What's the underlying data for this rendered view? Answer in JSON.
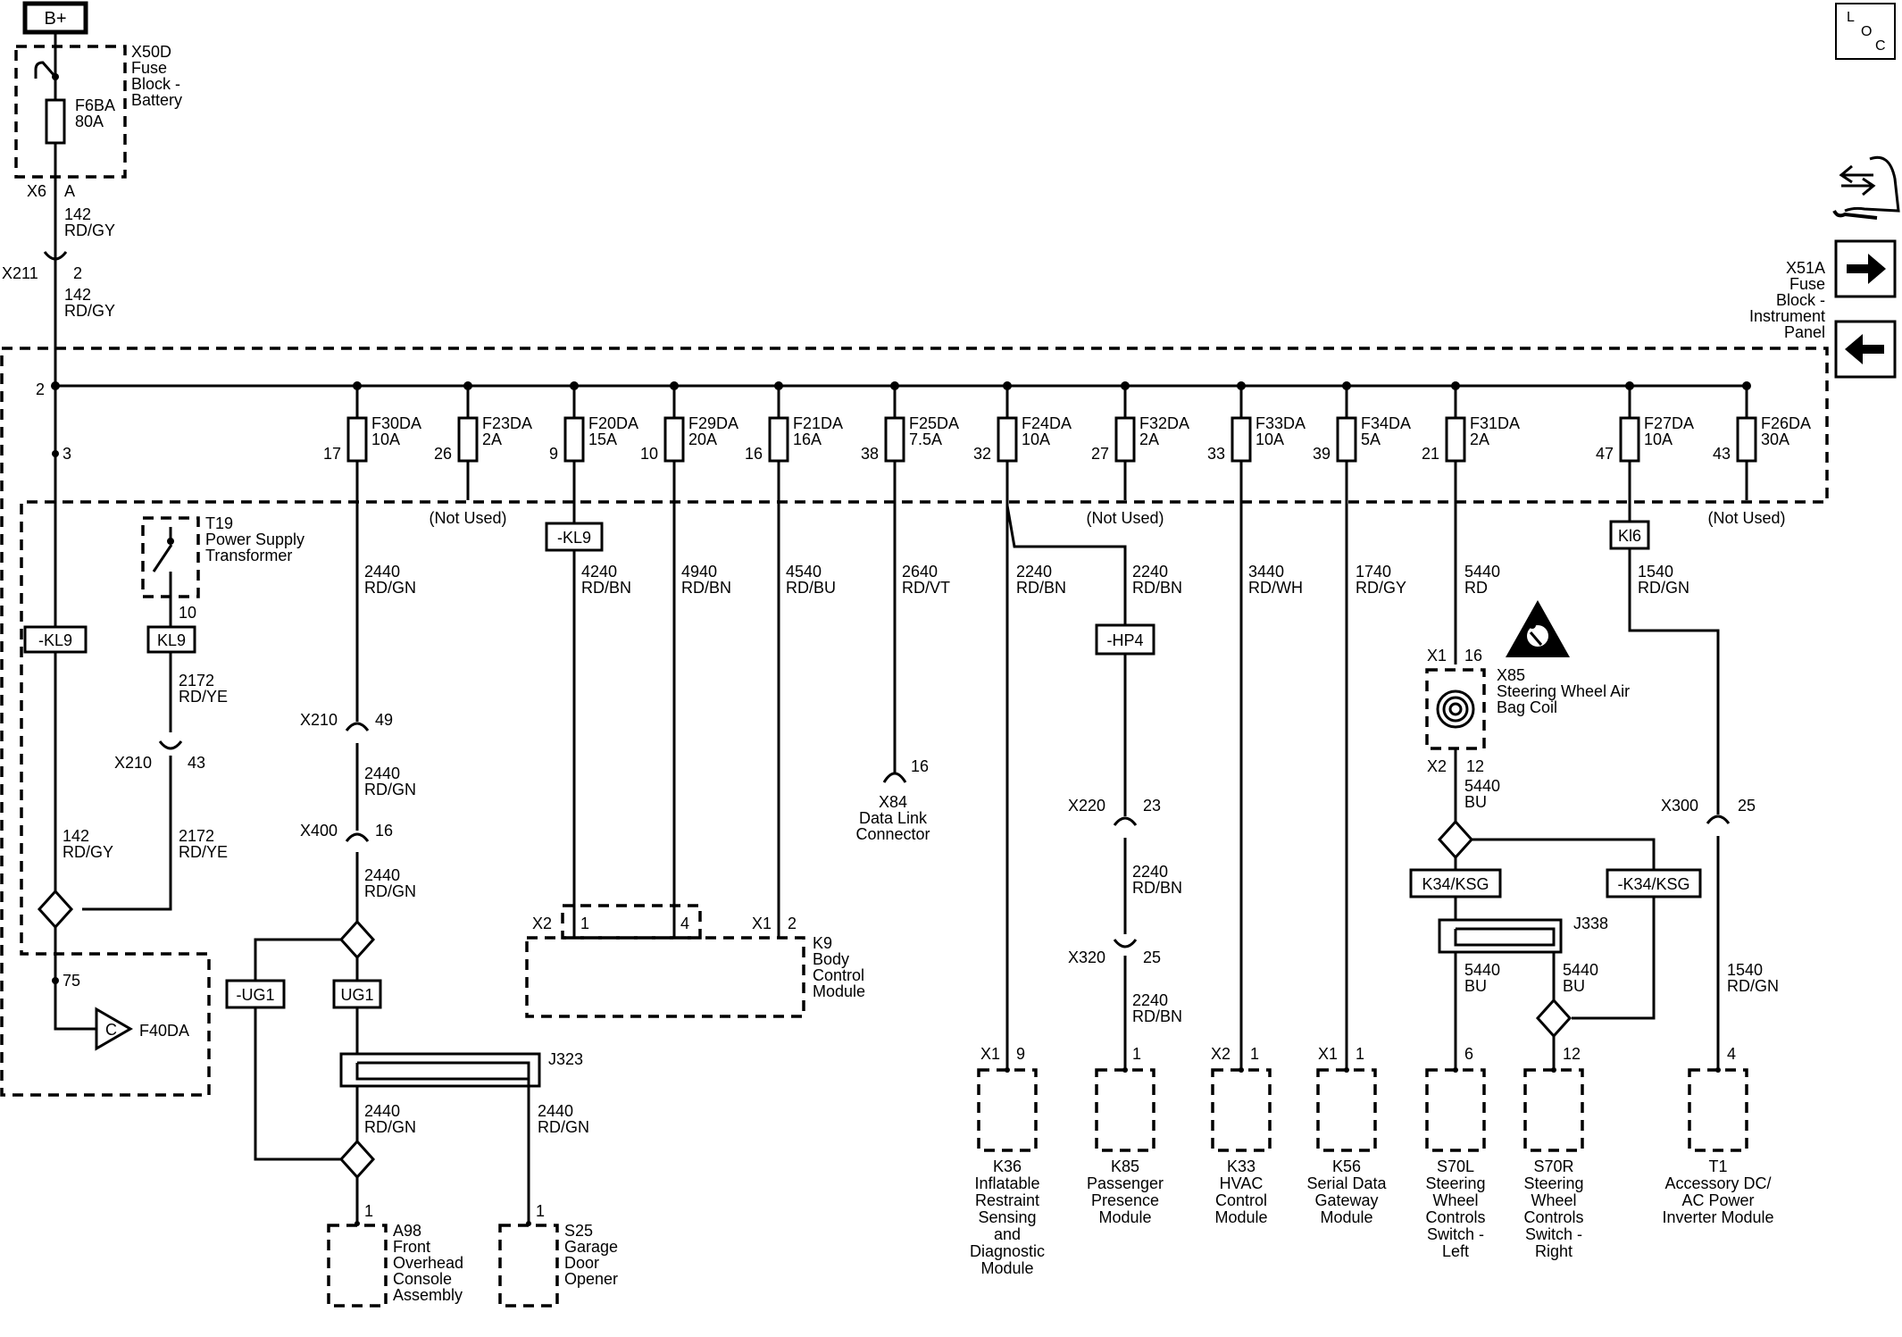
{
  "power": {
    "label": "B+"
  },
  "loc_icon": {
    "l": "L",
    "o": "O",
    "c": "C"
  },
  "nav": {
    "block_lines": [
      "X51A",
      "Fuse",
      "Block -",
      "Instrument",
      "Panel"
    ]
  },
  "battery_fuse_block": {
    "name_lines": [
      "X50D",
      "Fuse",
      "Block -",
      "Battery"
    ],
    "fuse": "F6BA",
    "rating": "80A",
    "connector": "X6",
    "pin": "A"
  },
  "feed": {
    "wire1": "142",
    "color1": "RD/GY",
    "connector": "X211",
    "pin": "2",
    "wire2": "142",
    "color2": "RD/GY",
    "bus_pin": "2"
  },
  "fuses": [
    {
      "name": "F30DA",
      "rating": "10A",
      "pin": "17"
    },
    {
      "name": "F23DA",
      "rating": "2A",
      "pin": "26"
    },
    {
      "name": "F20DA",
      "rating": "15A",
      "pin": "9"
    },
    {
      "name": "F29DA",
      "rating": "20A",
      "pin": "10"
    },
    {
      "name": "F21DA",
      "rating": "16A",
      "pin": "16"
    },
    {
      "name": "F25DA",
      "rating": "7.5A",
      "pin": "38"
    },
    {
      "name": "F24DA",
      "rating": "10A",
      "pin": "32"
    },
    {
      "name": "F32DA",
      "rating": "2A",
      "pin": "27"
    },
    {
      "name": "F33DA",
      "rating": "10A",
      "pin": "33"
    },
    {
      "name": "F34DA",
      "rating": "5A",
      "pin": "39"
    },
    {
      "name": "F31DA",
      "rating": "2A",
      "pin": "21"
    },
    {
      "name": "F27DA",
      "rating": "10A",
      "pin": "47"
    },
    {
      "name": "F26DA",
      "rating": "30A",
      "pin": "43"
    }
  ],
  "not_used": "(Not Used)",
  "left": {
    "pin3": "3",
    "kl9_neg": "-KL9",
    "t19_lines": [
      "T19",
      "Power Supply",
      "Transformer"
    ],
    "t19_pin": "10",
    "kl9": "KL9",
    "w2172": "2172",
    "c2172": "RD/YE",
    "x210": "X210",
    "x210_pin": "43",
    "w142": "142",
    "c142": "RD/GY",
    "w2172b": "2172",
    "c2172b": "RD/YE",
    "pin75": "75",
    "f40": "F40DA",
    "c": "C"
  },
  "f30_branch": {
    "wire": "2440",
    "color": "RD/GN",
    "x210": "X210",
    "x210_pin": "49",
    "wire2": "2440",
    "color2": "RD/GN",
    "x400": "X400",
    "x400_pin": "16",
    "wire3": "2440",
    "color3": "RD/GN",
    "ug1_neg": "-UG1",
    "ug1": "UG1",
    "j323": "J323",
    "wire4": "2440",
    "color4": "RD/GN",
    "wire5": "2440",
    "color5": "RD/GN",
    "a98_pin": "1",
    "a98_lines": [
      "A98",
      "Front",
      "Overhead",
      "Console",
      "Assembly"
    ],
    "s25_pin": "1",
    "s25_lines": [
      "S25",
      "Garage",
      "Door",
      "Opener"
    ]
  },
  "bcm": {
    "kl9": "-KL9",
    "w1": "4240",
    "c1": "RD/BN",
    "w2": "4940",
    "c2": "RD/BN",
    "w3": "4540",
    "c3": "RD/BU",
    "x2": "X2",
    "p1": "1",
    "p4": "4",
    "x1": "X1",
    "p2": "2",
    "name_lines": [
      "K9",
      "Body",
      "Control",
      "Module"
    ]
  },
  "dlc": {
    "wire": "2640",
    "color": "RD/VT",
    "pin": "16",
    "name_lines": [
      "X84",
      "Data Link",
      "Connector"
    ]
  },
  "f24_branch": {
    "w1": "2240",
    "c1": "RD/BN",
    "w2": "2240",
    "c2": "RD/BN",
    "hp4": "-HP4",
    "x220": "X220",
    "x220_pin": "23",
    "w3": "2240",
    "c3": "RD/BN",
    "x320": "X320",
    "x320_pin": "25",
    "w4": "2240",
    "c4": "RD/BN",
    "k36_conn": "X1",
    "k36_pin": "9",
    "k85_pin": "1"
  },
  "hvac": {
    "wire": "3440",
    "color": "RD/WH",
    "conn": "X2",
    "pin": "1"
  },
  "sdgm": {
    "wire": "1740",
    "color": "RD/GY",
    "conn": "X1",
    "pin": "1"
  },
  "f31_branch": {
    "wire": "5440",
    "color": "RD",
    "x1": "X1",
    "x1_pin": "16",
    "x85_lines": [
      "X85",
      "Steering Wheel Air",
      "Bag Coil"
    ],
    "x2": "X2",
    "x2_pin": "12",
    "w2": "5440",
    "c2": "BU",
    "ksg": "K34/KSG",
    "ksg_neg": "-K34/KSG",
    "j338": "J338",
    "w3": "5440",
    "c3": "BU",
    "w4": "5440",
    "c4": "BU",
    "s70l_pin": "6",
    "s70r_pin": "12"
  },
  "f27_branch": {
    "kl6": "Kl6",
    "wire": "1540",
    "color": "RD/GN",
    "x300": "X300",
    "x300_pin": "25",
    "w2": "1540",
    "c2": "RD/GN",
    "t1_pin": "4"
  },
  "modules": [
    {
      "id": "k36",
      "lines": [
        "K36",
        "Inflatable",
        "Restraint",
        "Sensing",
        "and",
        "Diagnostic",
        "Module"
      ]
    },
    {
      "id": "k85",
      "lines": [
        "K85",
        "Passenger",
        "Presence",
        "Module"
      ]
    },
    {
      "id": "k33",
      "lines": [
        "K33",
        "HVAC",
        "Control",
        "Module"
      ]
    },
    {
      "id": "k56",
      "lines": [
        "K56",
        "Serial Data",
        "Gateway",
        "Module"
      ]
    },
    {
      "id": "s70l",
      "lines": [
        "S70L",
        "Steering",
        "Wheel",
        "Controls",
        "Switch -",
        "Left"
      ]
    },
    {
      "id": "s70r",
      "lines": [
        "S70R",
        "Steering",
        "Wheel",
        "Controls",
        "Switch -",
        "Right"
      ]
    },
    {
      "id": "t1",
      "lines": [
        "T1",
        "Accessory DC/",
        "AC Power",
        "Inverter Module"
      ]
    }
  ]
}
